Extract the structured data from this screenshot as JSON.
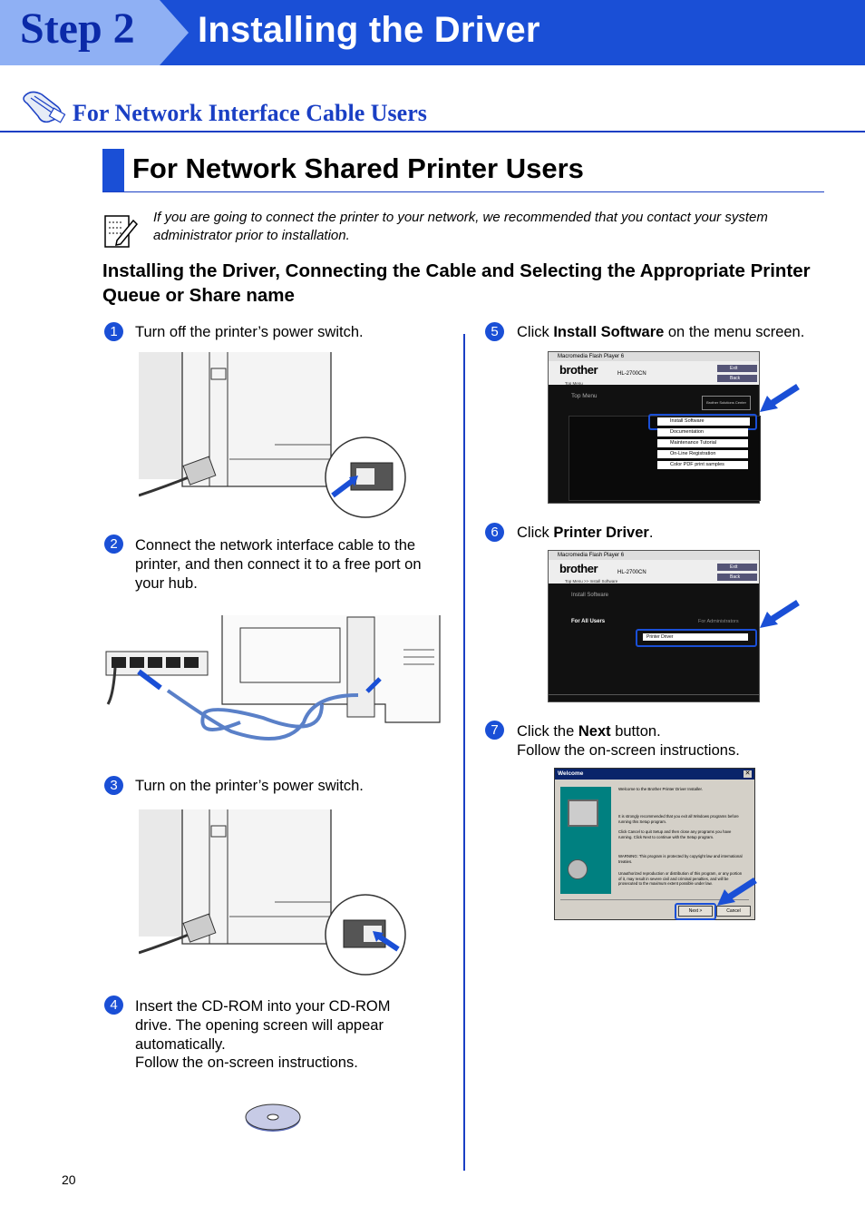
{
  "header": {
    "step": "Step 2",
    "title": "Installing the Driver"
  },
  "section": {
    "title": "For Network Interface Cable Users"
  },
  "subsection": {
    "title": "For Network Shared Printer Users"
  },
  "note": {
    "text": "If you are going to connect the printer to your network, we recommended that you contact your system administrator prior to installation."
  },
  "heading": "Installing the Driver, Connecting the Cable and Selecting the Appropriate Printer Queue or Share name",
  "steps": [
    {
      "num": "1",
      "text": "Turn off the printer’s power switch."
    },
    {
      "num": "2",
      "text": "Connect the network interface cable to the printer, and then connect it to a free port on your hub."
    },
    {
      "num": "3",
      "text": "Turn on the printer’s power switch."
    },
    {
      "num": "4",
      "line1": "Insert the CD-ROM into your CD-ROM drive. The opening screen will appear automatically.",
      "line2": "Follow the on-screen instructions."
    },
    {
      "num": "5",
      "pre": "Click ",
      "bold": "Install Software",
      "post": " on the menu screen."
    },
    {
      "num": "6",
      "pre": "Click ",
      "bold": "Printer Driver",
      "post": "."
    },
    {
      "num": "7",
      "pre": "Click the ",
      "bold": "Next",
      "post": " button.",
      "line2": "Follow the on-screen instructions."
    }
  ],
  "screen5": {
    "window_title": "Macromedia Flash Player 6",
    "brand": "brother",
    "model": "HL-2700CN",
    "crumb": "Top Menu",
    "heading": "Top Menu",
    "exit": "Exit",
    "back": "Back",
    "center": "Brother Solutions Center",
    "menu": [
      "Install Software",
      "Documentation",
      "Maintenance Tutorial",
      "On-Line Registration",
      "Color PDF print samples"
    ]
  },
  "screen6": {
    "window_title": "Macromedia Flash Player 6",
    "brand": "brother",
    "model": "HL-2700CN",
    "crumb": "Top Menu >> Install Software",
    "heading": "Install Software",
    "exit": "Exit",
    "back": "Back",
    "all_users": "For All Users",
    "admins": "For Administrators",
    "driver": "Printer Driver"
  },
  "screen7": {
    "window_title": "Welcome",
    "welcome": "Welcome to the Brother Printer Driver Installer.",
    "p1": "It is strongly recommended that you exit all Windows programs before running this Setup program.",
    "p2": "Click Cancel to quit Setup and then close any programs you have running. Click Next to continue with the Setup program.",
    "p3": "WARNING: This program is protected by copyright law and international treaties.",
    "p4": "Unauthorized reproduction or distribution of this program, or any portion of it, may result in severe civil and criminal penalties, and will be prosecuted to the maximum extent possible under law.",
    "next": "Next >",
    "cancel": "Cancel"
  },
  "page_number": "20",
  "colors": {
    "accent": "#1a4fd6",
    "dark_accent": "#0b2aa8",
    "section": "#1a3fc4"
  }
}
